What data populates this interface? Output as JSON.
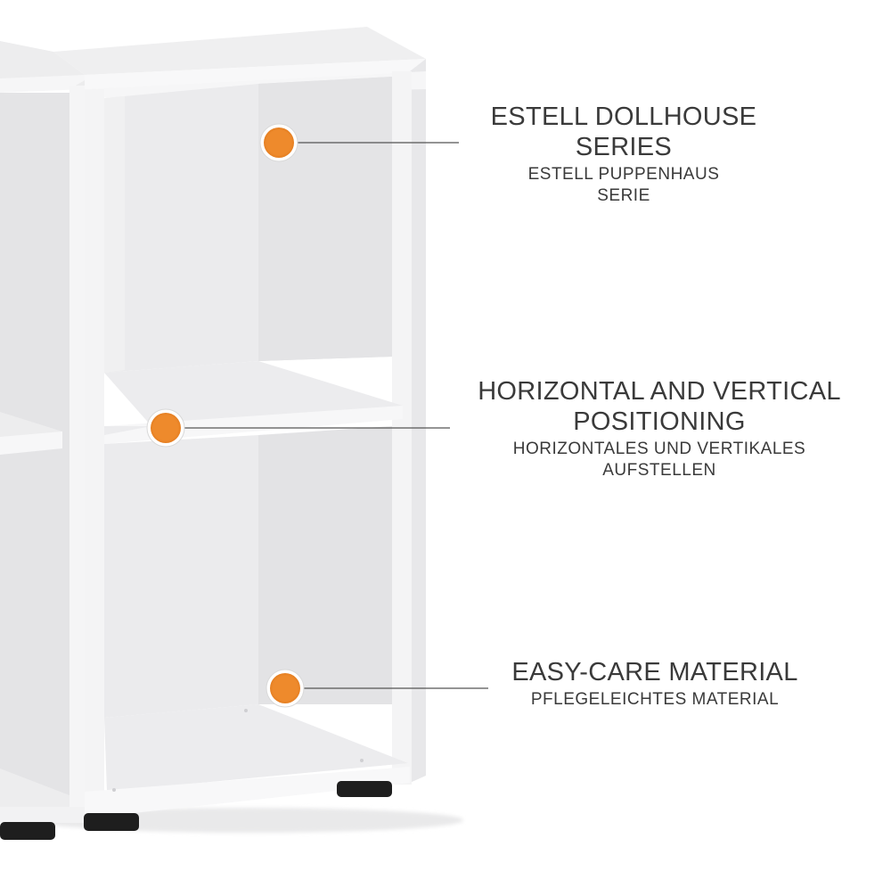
{
  "callouts": [
    {
      "title_line1": "ESTELL DOLLHOUSE",
      "title_line2": "SERIES",
      "subtitle_line1": "ESTELL PUPPENHAUS",
      "subtitle_line2": "SERIE"
    },
    {
      "title_line1": "HORIZONTAL AND VERTICAL",
      "title_line2": "POSITIONING",
      "subtitle_line1": "HORIZONTALES UND VERTIKALES",
      "subtitle_line2": "AUFSTELLEN"
    },
    {
      "title_line1": "EASY-CARE MATERIAL",
      "subtitle_line1": "PFLEGELEICHTES MATERIAL"
    }
  ],
  "colors": {
    "marker": "#ee8a2c",
    "marker_ring": "#ffffff",
    "leader_line": "#555555",
    "shelf_panel": "#f2f2f3",
    "shelf_inner": "#e6e6e8",
    "shelf_edge": "#dcdcde",
    "feet": "#1e1e1e"
  },
  "icons": [
    "orange-dot-marker"
  ]
}
